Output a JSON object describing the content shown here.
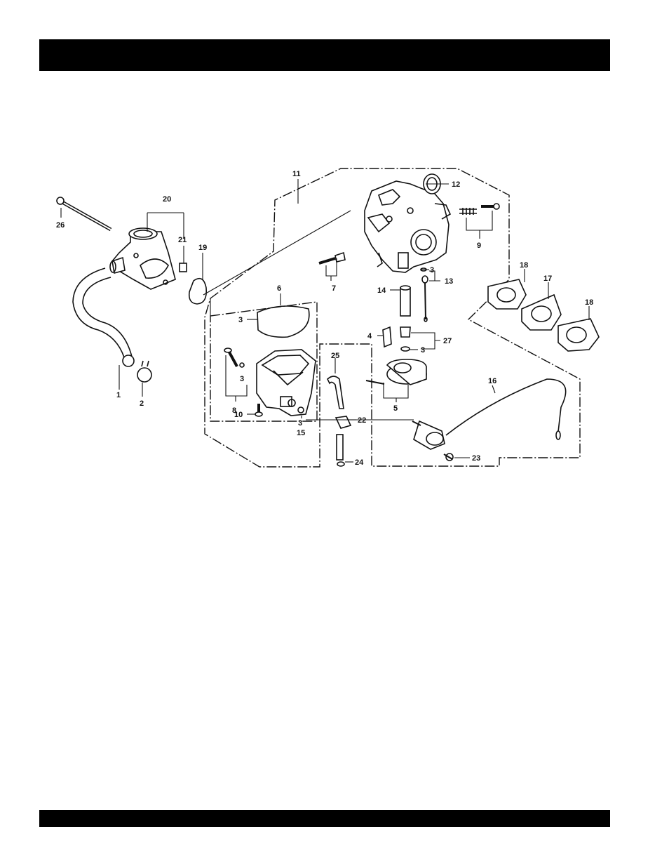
{
  "header_bar": {
    "color": "#000000"
  },
  "footer_bar": {
    "color": "#000000"
  },
  "diagram": {
    "callouts": {
      "c1": "1",
      "c2": "2",
      "c3": "3",
      "c4": "4",
      "c5": "5",
      "c6": "6",
      "c7": "7",
      "c8": "8",
      "c9": "9",
      "c10": "10",
      "c11": "11",
      "c12": "12",
      "c13": "13",
      "c14": "14",
      "c15": "15",
      "c16": "16",
      "c17": "17",
      "c18": "18",
      "c19": "19",
      "c20": "20",
      "c21": "21",
      "c22": "22",
      "c23": "23",
      "c24": "24",
      "c25": "25",
      "c26": "26",
      "c27": "27"
    }
  }
}
